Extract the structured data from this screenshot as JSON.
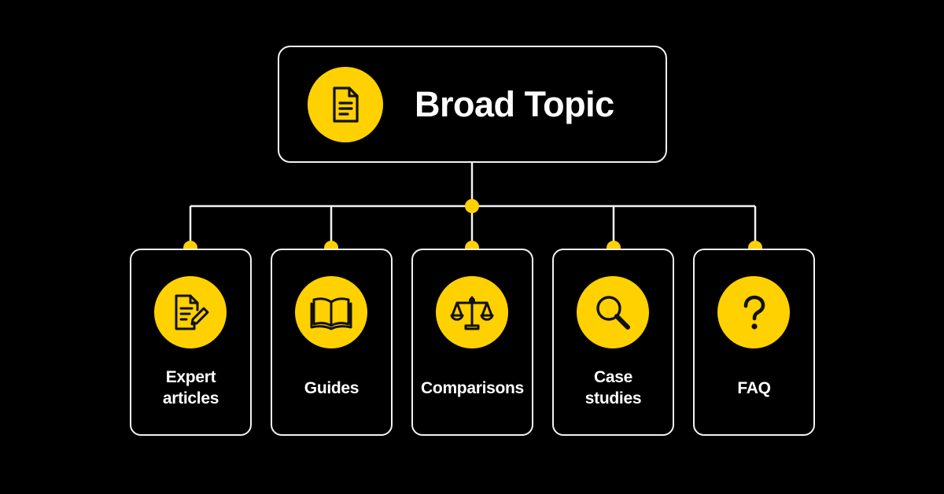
{
  "colors": {
    "background": "#000000",
    "accent": "#FFD100",
    "line": "#f2f2f2",
    "text": "#ffffff",
    "icon": "#111111"
  },
  "root": {
    "title": "Broad Topic",
    "icon": "document-icon"
  },
  "children": [
    {
      "label_lines": [
        "Expert",
        "articles"
      ],
      "icon": "document-pen-icon"
    },
    {
      "label_lines": [
        "Guides"
      ],
      "icon": "open-book-icon"
    },
    {
      "label_lines": [
        "Comparisons"
      ],
      "icon": "scales-icon"
    },
    {
      "label_lines": [
        "Case",
        "studies"
      ],
      "icon": "magnifier-icon"
    },
    {
      "label_lines": [
        "FAQ"
      ],
      "icon": "question-mark-icon"
    }
  ]
}
